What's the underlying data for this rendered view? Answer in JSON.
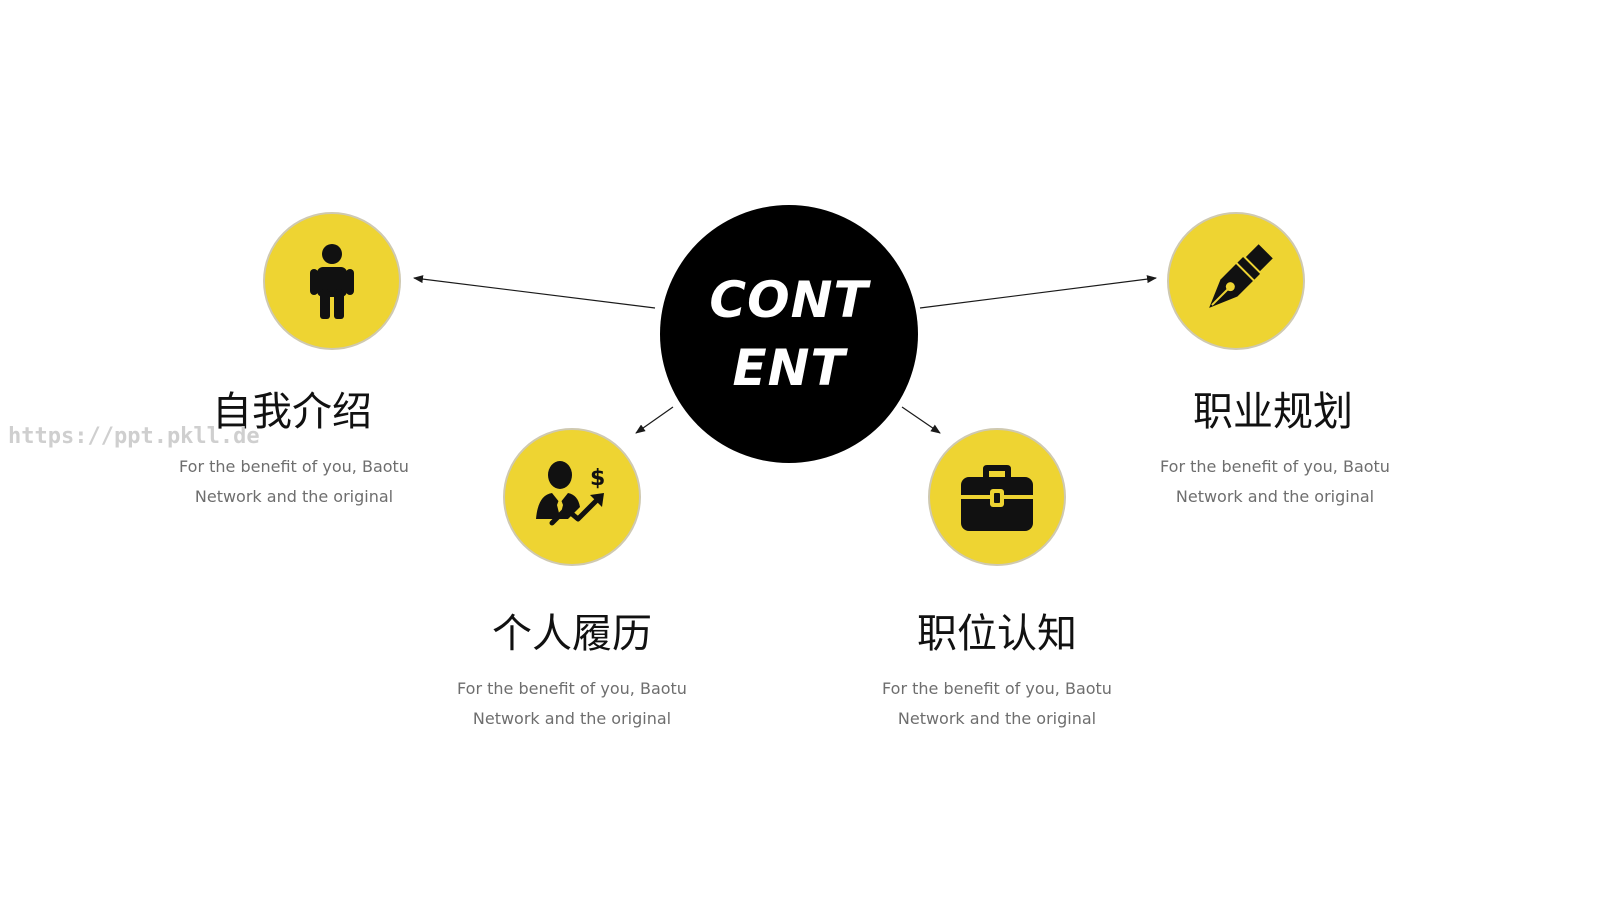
{
  "center": {
    "line1": "CONT",
    "line2": "ENT"
  },
  "items": [
    {
      "title": "自我介绍",
      "desc_line1": "For the benefit of you, Baotu",
      "desc_line2": "Network and the original",
      "icon": "person-icon"
    },
    {
      "title": "个人履历",
      "desc_line1": "For the benefit of you, Baotu",
      "desc_line2": "Network and the original",
      "icon": "businessman-growth-icon"
    },
    {
      "title": "职位认知",
      "desc_line1": "For the benefit of you, Baotu",
      "desc_line2": "Network and the original",
      "icon": "briefcase-icon"
    },
    {
      "title": "职业规划",
      "desc_line1": "For the benefit of you, Baotu",
      "desc_line2": "Network and the original",
      "icon": "pen-nib-icon"
    }
  ],
  "watermark": "https://ppt.pkll.de",
  "colors": {
    "accent": "#eed432",
    "center": "#000000",
    "title": "#111111",
    "desc": "#6e6e6e"
  }
}
